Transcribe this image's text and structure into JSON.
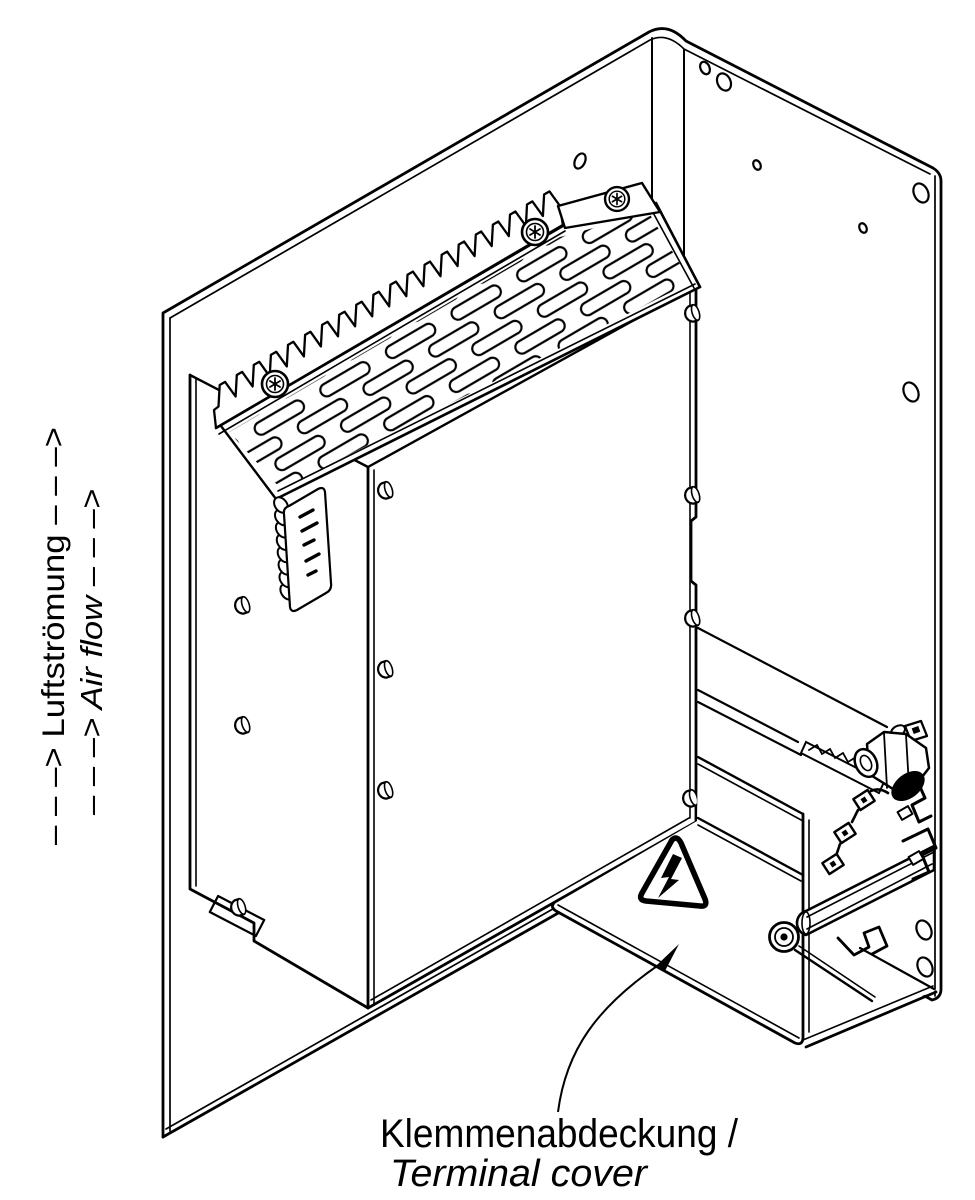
{
  "diagram": {
    "type": "technical-installation-drawing",
    "labels": {
      "airflow_de": "– – –> Luftströmung – – –>",
      "airflow_en": "– – –> Air flow – – –>",
      "terminal_cover_de": "Klemmenabdeckung /",
      "terminal_cover_en": "Terminal cover"
    },
    "icons": {
      "warning": "high-voltage-warning-triangle",
      "leader": "callout-arrow"
    },
    "colors": {
      "line": "#000000",
      "background": "#ffffff"
    }
  }
}
